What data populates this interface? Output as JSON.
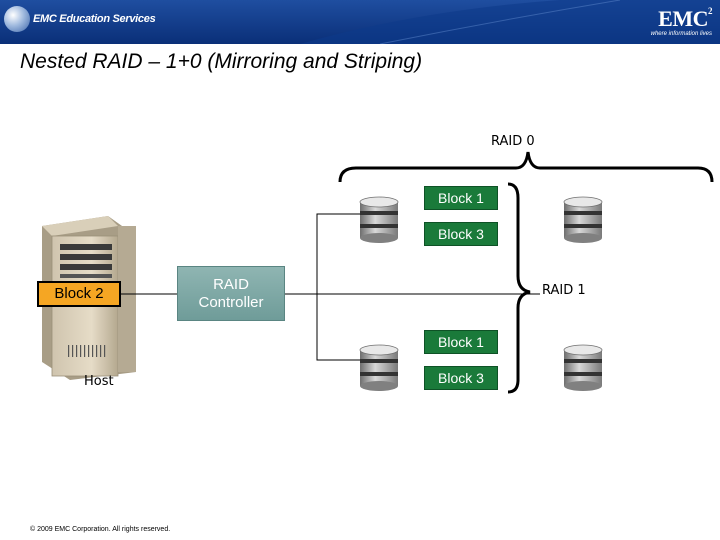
{
  "header": {
    "brand_left": "EMC Education Services",
    "brand_right": "EMC",
    "brand_right_sup": "2",
    "tagline": "where information lives"
  },
  "slide": {
    "title": "Nested RAID – 1+0 (Mirroring and Striping)",
    "raid0_label": "RAID 0",
    "raid1_label": "RAID 1",
    "raid_controller": [
      "RAID",
      "Controller"
    ],
    "host_label": "Host",
    "host_block": "Block 2",
    "blocks": [
      "Block 1",
      "Block 3",
      "Block 1",
      "Block 3"
    ],
    "copyright": "© 2009 EMC Corporation. All rights reserved."
  },
  "colors": {
    "header_blue": "#0a2f78",
    "block_green": "#1a7a3a",
    "host_block_orange": "#f5a623",
    "controller_teal": "#7fa8a5"
  }
}
